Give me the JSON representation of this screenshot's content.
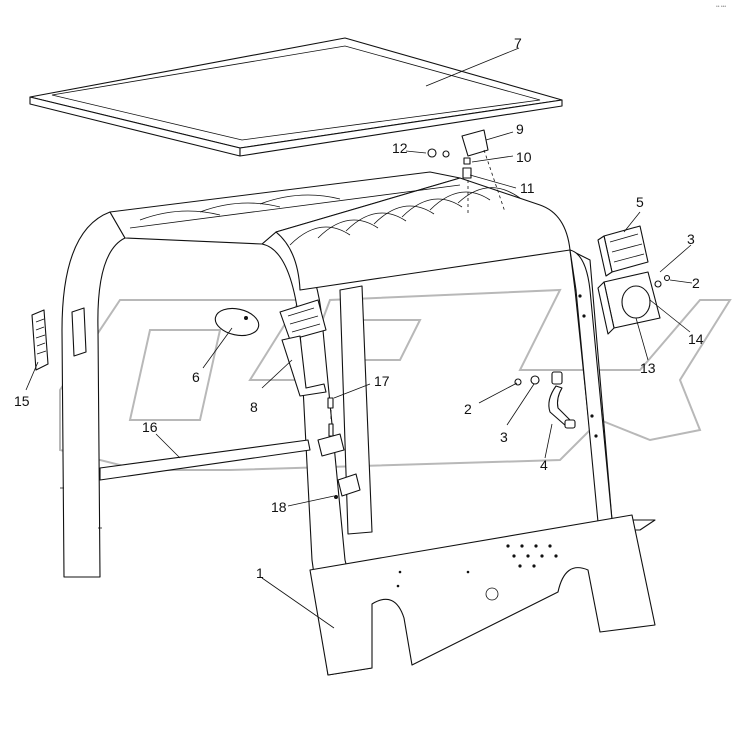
{
  "callouts": {
    "c1": "1",
    "c2a": "2",
    "c2b": "2",
    "c3a": "3",
    "c3b": "3",
    "c4": "4",
    "c5": "5",
    "c6": "6",
    "c7": "7",
    "c8": "8",
    "c9": "9",
    "c10": "10",
    "c11": "11",
    "c12": "12",
    "c13": "13",
    "c14": "14",
    "c15": "15",
    "c16": "16",
    "c17": "17",
    "c18": "18"
  },
  "watermark": "OPEX",
  "corner_mark": "•• •••"
}
